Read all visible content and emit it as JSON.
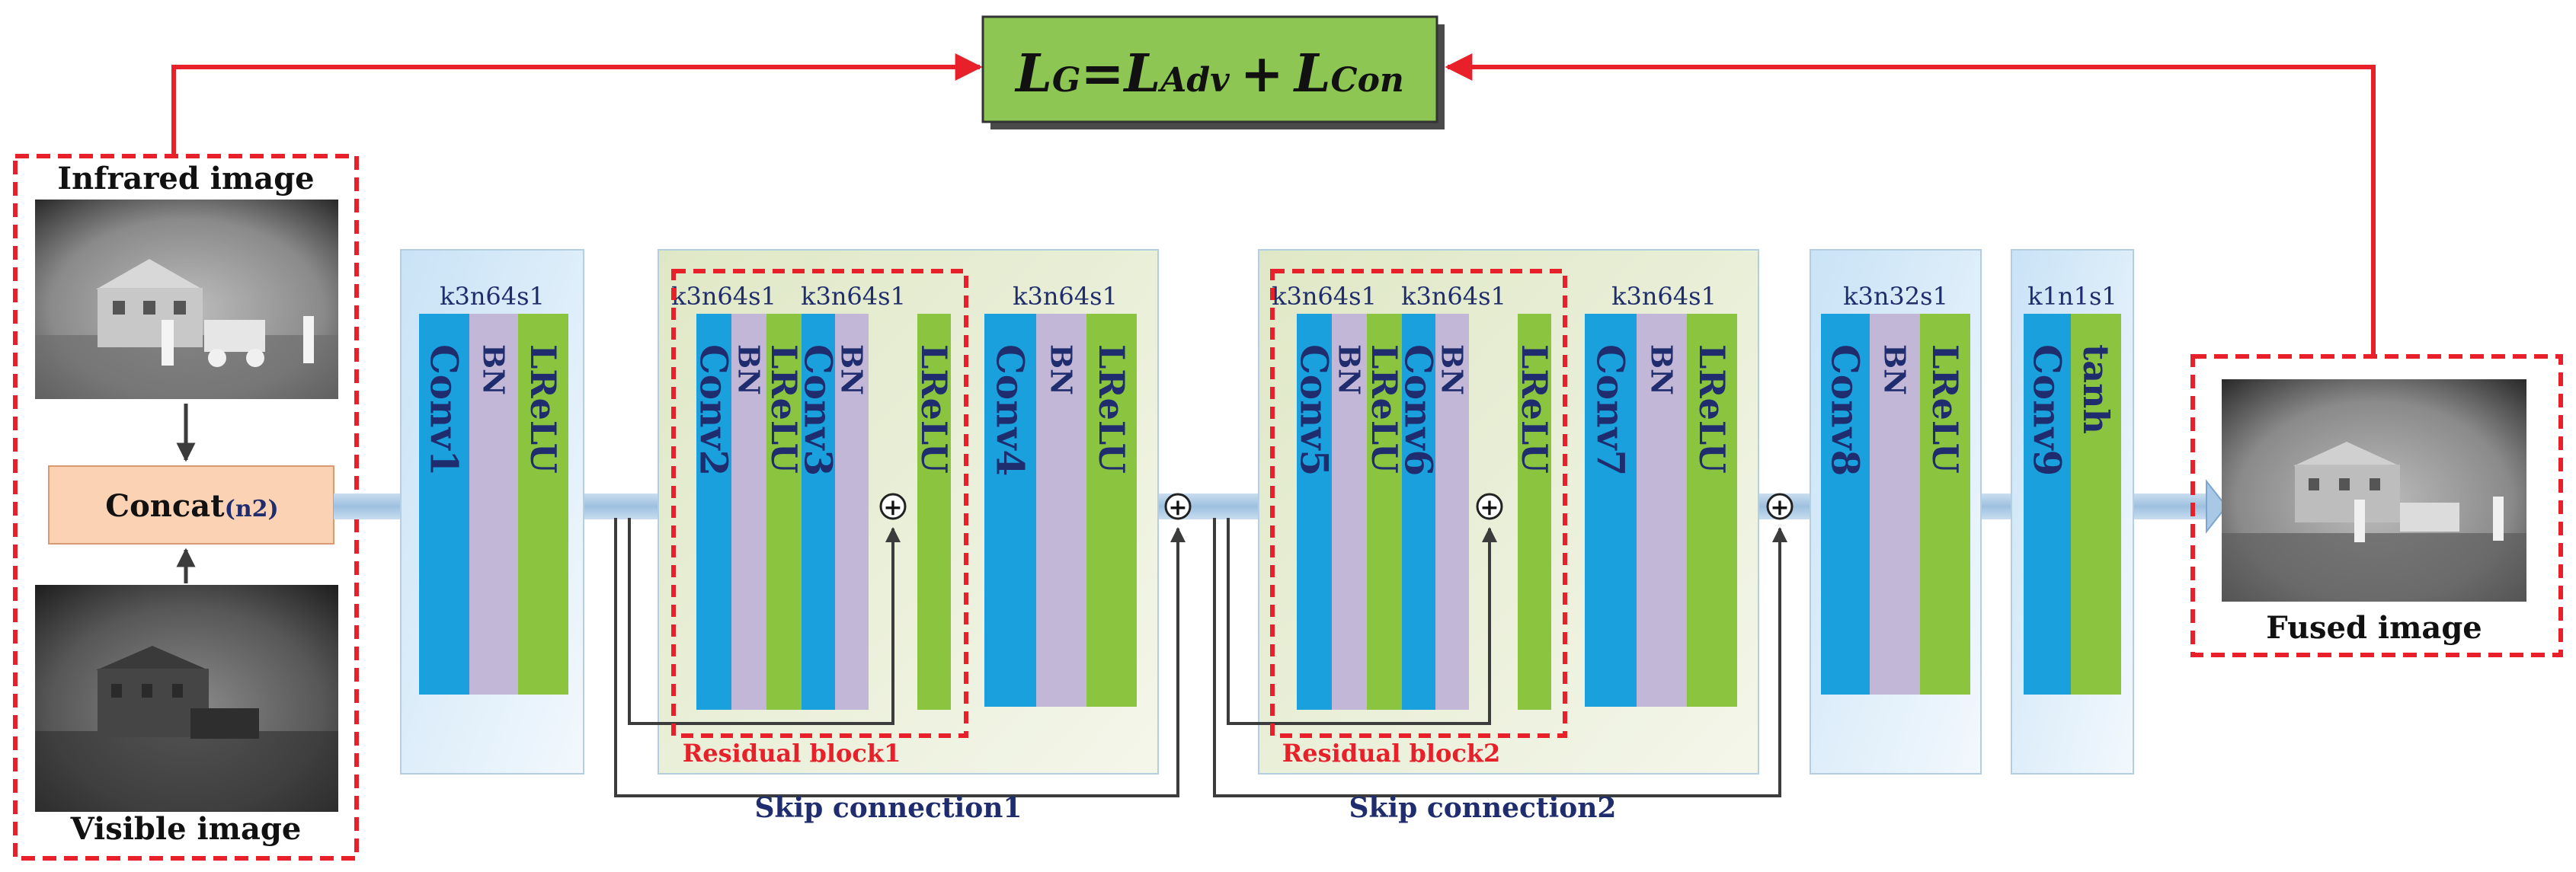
{
  "loss": {
    "L1": "L",
    "S1": "G",
    "eq": "=",
    "L2": "L",
    "S2": "Adv",
    "plus": "+",
    "L3": "L",
    "S3": "Con"
  },
  "inputs": {
    "infrared": "Infrared image",
    "visible": "Visible image",
    "concat_label": "Concat",
    "concat_sub": "(n2)"
  },
  "output": {
    "fused": "Fused image"
  },
  "blocks": {
    "b1": {
      "header": "k3n64s1",
      "layers": [
        "Conv1",
        "BN",
        "LReLU"
      ]
    },
    "rb1": {
      "header1": "k3n64s1",
      "header2": "k3n64s1",
      "header3": "k3n64s1",
      "layers": [
        "Conv2",
        "BN",
        "LReLU",
        "Conv3",
        "BN",
        "LReLU",
        "Conv4",
        "BN",
        "LReLU"
      ],
      "caption": "Residual block1"
    },
    "rb2": {
      "header1": "k3n64s1",
      "header2": "k3n64s1",
      "header3": "k3n64s1",
      "layers": [
        "Conv5",
        "BN",
        "LReLU",
        "Conv6",
        "BN",
        "LReLU",
        "Conv7",
        "BN",
        "LReLU"
      ],
      "caption": "Residual block2"
    },
    "b8": {
      "header": "k3n32s1",
      "layers": [
        "Conv8",
        "BN",
        "LReLU"
      ]
    },
    "b9": {
      "header": "k1n1s1",
      "layers": [
        "Conv9",
        "tanh"
      ]
    }
  },
  "skip": {
    "s1": "Skip connection1",
    "s2": "Skip connection2"
  },
  "symbols": {
    "plus": "+"
  },
  "colors": {
    "red": "#e8202a",
    "conv": "#1aa0dc",
    "bn": "#c3b7d8",
    "lrelu": "#8bc53f",
    "green_box": "#8dc653",
    "concat": "#fbd3b4",
    "panel_blue": "#d6ebf8",
    "panel_green": "#eaefd9",
    "navy": "#1f2d6e"
  }
}
